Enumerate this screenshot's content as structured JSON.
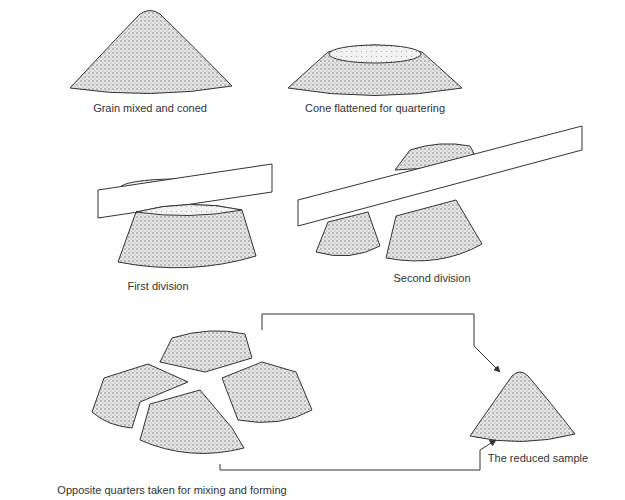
{
  "diagram": {
    "labels": [
      "Grain mixed and coned",
      "Cone flattened for quartering",
      "First division",
      "Second division",
      "Opposite quarters taken for mixing and forming",
      "The reduced sample"
    ]
  }
}
